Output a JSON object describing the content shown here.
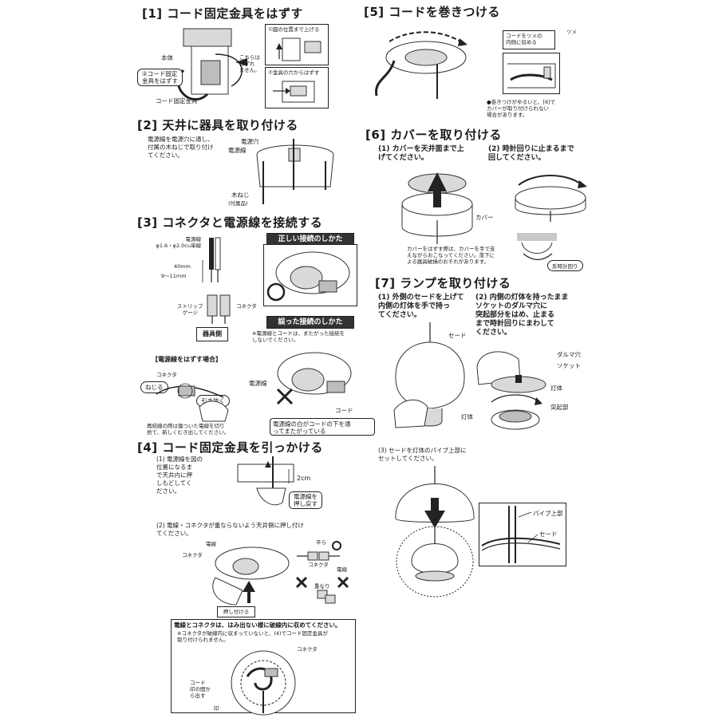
{
  "s1": {
    "title": "[1] コード固定金具をはずす",
    "body_label": "本体",
    "remove_label": "②コード固定\n金具をはずす",
    "cord_fixture_label": "コード固定金具",
    "not_removable_label": "こちらは\nはずれ\nません。",
    "inset1_label": "①図の位置まで上げる",
    "inset2_label": "②金具の穴からはずす"
  },
  "s2": {
    "title": "[2] 天井に器具を取り付ける",
    "text": "電源線を電源穴に通し、\n付属の木ねじで取り付け\nてください。",
    "hole_label": "電源穴",
    "wire_label": "電源線",
    "screw_label": "木ねじ",
    "screw_note": "(付属品)"
  },
  "s3": {
    "title": "[3] コネクタと電源線を接続する",
    "wire_spec": "電源線\nφ1.6・φ2.0cu単線",
    "len1": "40mm",
    "len2": "9～11mm",
    "strip_gauge": "ストリップ\nゲージ",
    "connector": "コネクタ",
    "fixture_side": "器具側",
    "correct_title": "正しい接続のしかた",
    "wrong_title": "誤った接続のしかた",
    "wrong_note": "※電源線とコードは、またがった接続を\nしないでください。",
    "power_wire": "電源線",
    "cord": "コード",
    "wrong_callout": "電源線の白がコードの下を通\nってまたがっている",
    "remove_title": "【電源線をはずす場合】",
    "remove_connector": "コネクタ",
    "twist": "ねじる",
    "pull": "引き抜く",
    "reconnect_note": "再結線の際は傷ついた電線を切り\n捨て、新しくむき出してください。"
  },
  "s4": {
    "title": "[4] コード固定金具を引っかける",
    "step1": "(1) 電源線を図の\n位置になるま\nで天井内に押\nしもどしてく\nださい。",
    "dim": "2cm",
    "push_back": "電源線を\n押し戻す",
    "step2": "(2) 電線・コネクタが重ならないよう天井側に押し付け\nてください。",
    "wire": "電線",
    "connector": "コネクタ",
    "flat": "平ら",
    "overlap": "重なり",
    "connector_small": "コネクタ",
    "wire_small": "電線",
    "press": "押し付ける",
    "note_title": "電線とコネクタは、はみ出ない様に破線内に収めてください。",
    "note_sub": "※コネクタが破線内に収まっていないと、(4)でコード固定金具が\n取り付けられません。",
    "note_connector": "コネクタ",
    "cord_out": "コード\n印の間か\nら出す",
    "mark": "印"
  },
  "s5": {
    "title": "[5] コードを巻きつける",
    "claw": "ツメ",
    "inside": "コードをツメの\n内側に収める",
    "note": "●巻きつけがゆるいと、[6]で\nカバーが取り付けられない\n場合があります。"
  },
  "s6": {
    "title": "[6] カバーを取り付ける",
    "step1": "(1) カバーを天井面まで上\nげてください。",
    "step2": "(2) 時計回りに止まるまで\n回してください。",
    "cover": "カバー",
    "remove_note": "カバーをはずす際は、カバーを手で支\nえながらおこなってください。落下に\nよる器具破損のおそれがあります。",
    "ccw": "反時計回り"
  },
  "s7": {
    "title": "[7] ランプを取り付ける",
    "step1": "(1) 外側のセードを上げて\n内側の灯体を手で持っ\nてください。",
    "step2": "(2) 内側の灯体を持ったまま\nソケットのダルマ穴に\n突起部分をはめ、止まる\nまで時計回りにまわして\nください。",
    "shade": "セード",
    "lamp_body_cut": "灯体",
    "daruma": "ダルマ穴",
    "socket": "ソケット",
    "lamp_body": "灯体",
    "protrusion": "突起部",
    "step3": "(3) セードを灯体のパイプ上部に\nセットしてください。",
    "pipe_top": "パイプ上部",
    "shade2": "セード"
  },
  "colors": {
    "line": "#222222",
    "fill_gray": "#d9d9d9",
    "fill_dark": "#333333"
  }
}
